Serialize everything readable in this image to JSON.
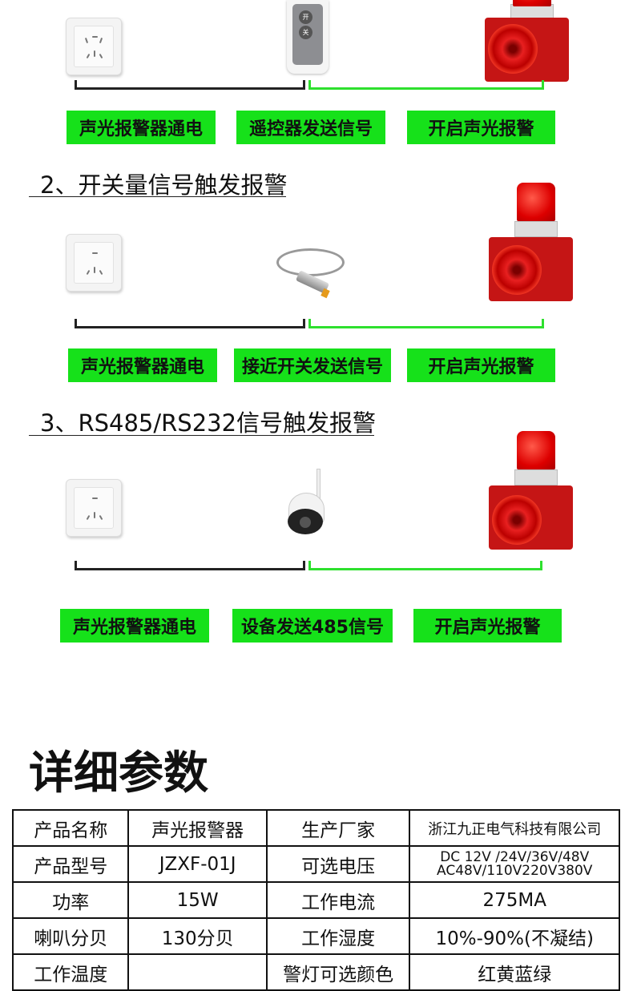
{
  "sections": [
    {
      "steps": [
        "声光报警器通电",
        "遥控器发送信号",
        "开启声光报警"
      ],
      "remote_buttons": [
        "开",
        "关"
      ]
    },
    {
      "heading": "2、开关量信号触发报警",
      "steps": [
        "声光报警器通电",
        "接近开关发送信号",
        "开启声光报警"
      ]
    },
    {
      "heading": "3、RS485/RS232信号触发报警",
      "steps": [
        "声光报警器通电",
        "设备发送485信号",
        "开启声光报警"
      ]
    }
  ],
  "params": {
    "title": "详细参数",
    "rows": [
      [
        "产品名称",
        "声光报警器",
        "生产厂家",
        "浙江九正电气科技有限公司"
      ],
      [
        "产品型号",
        "JZXF-01J",
        "可选电压",
        "DC 12V /24V/36V/48V",
        "AC48V/110V220V380V"
      ],
      [
        "功率",
        "15W",
        "工作电流",
        "275MA"
      ],
      [
        "喇叭分贝",
        "130分贝",
        "工作湿度",
        "10%-90%(不凝结)"
      ],
      [
        "工作温度",
        "",
        "警灯可选颜色",
        "红黄蓝绿"
      ]
    ]
  },
  "colors": {
    "green": "#16e11a",
    "red": "#c51515"
  }
}
